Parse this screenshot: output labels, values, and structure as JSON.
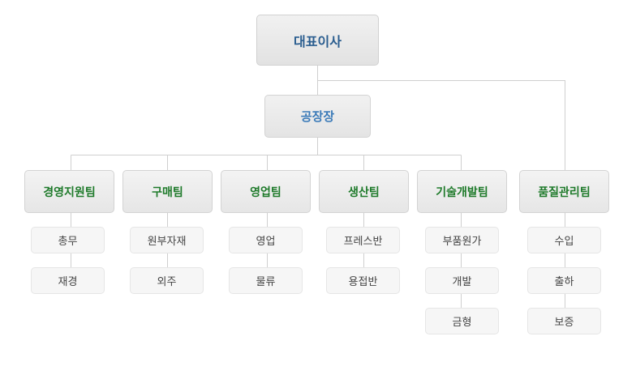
{
  "ceo": "대표이사",
  "factory": "공장장",
  "teams": [
    {
      "name": "경영지원팀",
      "subs": [
        "총무",
        "재경"
      ]
    },
    {
      "name": "구매팀",
      "subs": [
        "원부자재",
        "외주"
      ]
    },
    {
      "name": "영업팀",
      "subs": [
        "영업",
        "물류"
      ]
    },
    {
      "name": "생산팀",
      "subs": [
        "프레스반",
        "용접반"
      ]
    },
    {
      "name": "기술개발팀",
      "subs": [
        "부품원가",
        "개발",
        "금형"
      ]
    },
    {
      "name": "품질관리팀",
      "subs": [
        "수입",
        "출하",
        "보증"
      ]
    }
  ],
  "colors": {
    "line": "#cfcfcf",
    "ceo_text": "#2a5d8f",
    "factory_text": "#3a7ab8",
    "team_text": "#1e7a2a",
    "sub_text": "#444444"
  }
}
